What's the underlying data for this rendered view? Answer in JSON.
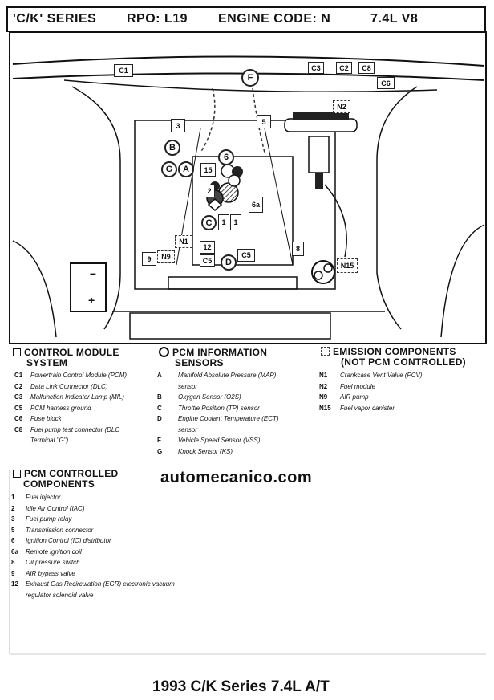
{
  "header": {
    "series": "'C/K' SERIES",
    "rpo": "RPO: L19",
    "engine_code": "ENGINE CODE: N",
    "engine": "7.4L  V8"
  },
  "diagram_labels": {
    "c1": "C1",
    "c2": "C2",
    "c3": "C3",
    "c5a": "C5",
    "c5b": "C5",
    "c6": "C6",
    "c8": "C8",
    "n1": "N1",
    "n2": "N2",
    "n9": "N9",
    "n15": "N15",
    "f": "F",
    "b": "B",
    "g": "G",
    "a": "A",
    "c": "C",
    "d": "D",
    "n3": "3",
    "n5": "5",
    "n6": "6",
    "n15box": "15",
    "n2box": "2",
    "n6a": "6a",
    "n1a": "1",
    "n1b": "1",
    "n12": "12",
    "n9box": "9",
    "n8": "8",
    "battery_minus": "–",
    "battery_plus": "+"
  },
  "legend": {
    "control_module": {
      "title_line1": "CONTROL MODULE",
      "title_line2": "SYSTEM",
      "items": [
        {
          "code": "C1",
          "text": "Powertrain Control Module (PCM)"
        },
        {
          "code": "C2",
          "text": "Data Link Connector (DLC)"
        },
        {
          "code": "C3",
          "text": "Malfunction Indicator Lamp (MIL)"
        },
        {
          "code": "C5",
          "text": "PCM harness ground"
        },
        {
          "code": "C6",
          "text": "Fuse block"
        },
        {
          "code": "C8",
          "text": "Fuel pump test connector (DLC"
        },
        {
          "code": "",
          "text": "Terminal \"G\")"
        }
      ]
    },
    "pcm_info": {
      "title_line1": "PCM INFORMATION",
      "title_line2": "SENSORS",
      "items": [
        {
          "code": "A",
          "text": "Manifold Absolute Pressure (MAP)"
        },
        {
          "code": "",
          "text": "sensor"
        },
        {
          "code": "B",
          "text": "Oxygen Sensor (O2S)"
        },
        {
          "code": "C",
          "text": "Throttle Position (TP) sensor"
        },
        {
          "code": "D",
          "text": "Engine Coolant Temperature (ECT)"
        },
        {
          "code": "",
          "text": "sensor"
        },
        {
          "code": "F",
          "text": "Vehicle Speed Sensor (VSS)"
        },
        {
          "code": "G",
          "text": "Knock Sensor (KS)"
        }
      ]
    },
    "emission": {
      "title_line1": "EMISSION COMPONENTS",
      "title_line2": "(NOT PCM CONTROLLED)",
      "items": [
        {
          "code": "N1",
          "text": "Crankcase Vent Valve (PCV)"
        },
        {
          "code": "N2",
          "text": "Fuel module"
        },
        {
          "code": "N9",
          "text": "AIR pump"
        },
        {
          "code": "N15",
          "text": "Fuel vapor canister"
        }
      ]
    },
    "pcm_controlled": {
      "title_line1": "PCM CONTROLLED",
      "title_line2": "COMPONENTS",
      "items": [
        {
          "code": "1",
          "text": "Fuel injector"
        },
        {
          "code": "2",
          "text": "Idle Air Control (IAC)"
        },
        {
          "code": "3",
          "text": "Fuel pump relay"
        },
        {
          "code": "5",
          "text": "Transmission connector"
        },
        {
          "code": "6",
          "text": "Ignition Control (IC) distributor"
        },
        {
          "code": "6a",
          "text": "Remote ignition coil"
        },
        {
          "code": "8",
          "text": "Oil pressure switch"
        },
        {
          "code": "9",
          "text": "AIR bypass valve"
        },
        {
          "code": "12",
          "text": "Exhaust Gas Recirculation (EGR) electronic vacuum"
        },
        {
          "code": "",
          "text": "regulator solenoid valve"
        }
      ]
    }
  },
  "watermark": "automecanico.com",
  "caption": "1993 C/K Series 7.4L A/T"
}
